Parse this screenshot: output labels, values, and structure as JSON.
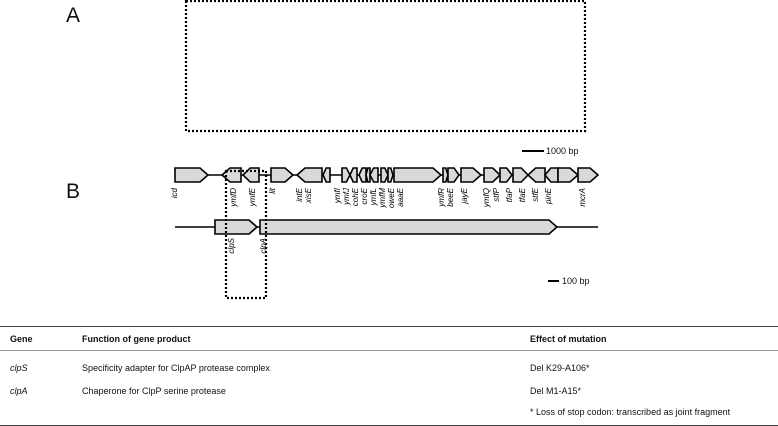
{
  "panel_a": {
    "label": "A",
    "scale_label": "1000 bp",
    "genes": [
      "icd",
      "ymfD",
      "ymfE",
      "lit",
      "intE",
      "xisE",
      "ymfI",
      "ymfJ",
      "cohE",
      "croE",
      "ymfL",
      "ymfM",
      "oweE",
      "aaaE",
      "ymfR",
      "beeE",
      "jayE",
      "ymfQ",
      "stfP",
      "tfaP",
      "tfaE",
      "stfE",
      "pinE",
      "mcrA"
    ]
  },
  "panel_b": {
    "label": "B",
    "scale_label": "100 bp",
    "genes": [
      "clpS",
      "clpA"
    ]
  },
  "table": {
    "headers": [
      "Gene",
      "Function of gene product",
      "Effect of mutation"
    ],
    "rows": [
      [
        "clpS",
        "Specificity adapter for ClpAP protease complex",
        "Del K29-A106*"
      ],
      [
        "clpA",
        "Chaperone for ClpP serine protease",
        "Del M1-A15*"
      ]
    ],
    "footnote": "* Loss of stop codon: transcribed as joint fragment"
  },
  "colors": {
    "gene_fill": "#d9d9d9",
    "stroke": "#000000"
  }
}
